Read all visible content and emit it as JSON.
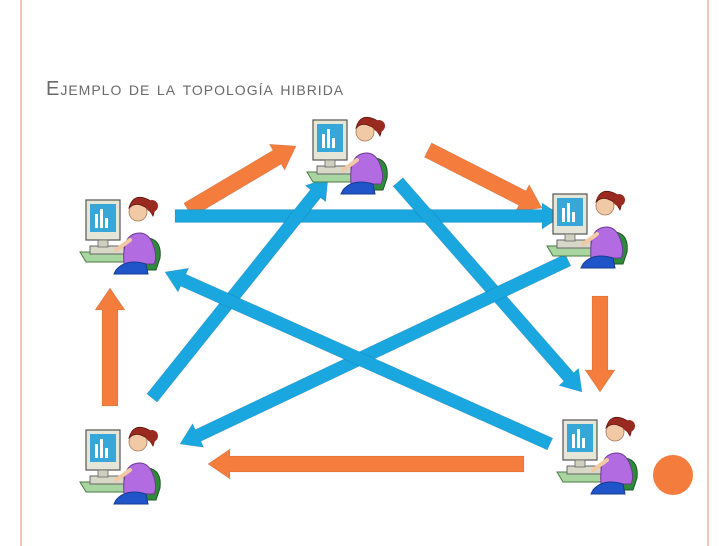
{
  "slide": {
    "title": "Ejemplo de la topología hibrida"
  },
  "colors": {
    "orange_arrow": "#f47c3c",
    "blue_arrow": "#1aa7e0",
    "frame_rule": "#f3c7b8",
    "title_text": "#6a6a6a",
    "accent_dot": "#f47c3c"
  },
  "nodes": [
    {
      "id": "top",
      "icon": "computer-user-icon"
    },
    {
      "id": "left",
      "icon": "computer-user-icon"
    },
    {
      "id": "right",
      "icon": "computer-user-icon"
    },
    {
      "id": "bottom-left",
      "icon": "computer-user-icon"
    },
    {
      "id": "bottom-right",
      "icon": "computer-user-icon"
    }
  ],
  "edges": [
    {
      "from": "left",
      "to": "top",
      "kind": "ring",
      "color": "orange"
    },
    {
      "from": "top",
      "to": "right",
      "kind": "ring",
      "color": "orange"
    },
    {
      "from": "right",
      "to": "bottom-right",
      "kind": "ring",
      "color": "orange"
    },
    {
      "from": "bottom-right",
      "to": "bottom-left",
      "kind": "ring",
      "color": "orange"
    },
    {
      "from": "bottom-left",
      "to": "left",
      "kind": "ring",
      "color": "orange"
    },
    {
      "from": "left",
      "to": "right",
      "kind": "mesh",
      "color": "blue"
    },
    {
      "from": "bottom-left",
      "to": "top",
      "kind": "mesh",
      "color": "blue"
    },
    {
      "from": "top",
      "to": "bottom-right",
      "kind": "mesh",
      "color": "blue"
    },
    {
      "from": "right",
      "to": "bottom-left",
      "kind": "mesh",
      "color": "blue"
    },
    {
      "from": "bottom-right",
      "to": "left",
      "kind": "mesh",
      "color": "blue"
    }
  ]
}
